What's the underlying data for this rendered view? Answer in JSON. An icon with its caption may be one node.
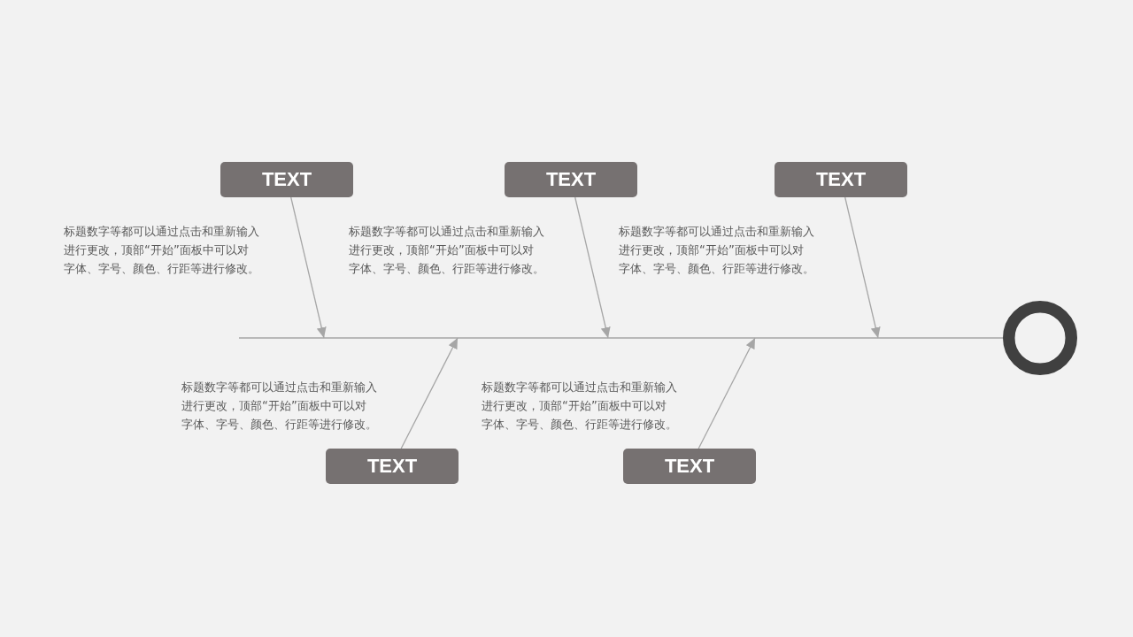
{
  "diagram": {
    "nodes": [
      {
        "text": [
          "TEXT"
        ],
        "beside": [
          "标题数字等都可以通过点击和重新输入进行更改，顶部“开始”面板中可以对字体、字号、颜色、行距等进行修改。"
        ]
      },
      {
        "text": [
          "TEXT"
        ],
        "beside": [
          "标题数字等都可以通过点击和重新输入进行更改，顶部“开始”面板中可以对字体、字号、颜色、行距等进行修改。"
        ]
      },
      {
        "text": [
          "TEXT"
        ],
        "beside": [
          "标题数字等都可以通过点击和重新输入进行更改，顶部“开始”面板中可以对字体、字号、颜色、行距等进行修改。"
        ]
      },
      {
        "text": [],
        "shape": "circle"
      },
      {
        "text": [
          "TEXT"
        ],
        "beside": [
          "标题数字等都可以通过点击和重新输入进行更改，顶部“开始”面板中可以对字体、字号、颜色、行距等进行修改。"
        ]
      },
      {
        "text": [
          "TEXT"
        ],
        "beside": [
          "标题数字等都可以通过点击和重新输入进行更改，顶部“开始”面板中可以对字体、字号、颜色、行距等进行修改。"
        ]
      }
    ],
    "edges": [
      {
        "from": 0,
        "to": null,
        "arrow": "to"
      },
      {
        "from": 1,
        "to": null,
        "arrow": "to"
      },
      {
        "from": 2,
        "to": null,
        "arrow": "to"
      },
      {
        "from": 4,
        "to": null,
        "arrow": "to"
      },
      {
        "from": 5,
        "to": null,
        "arrow": "to"
      },
      {
        "from": null,
        "to": 3,
        "arrow": "none"
      }
    ]
  }
}
